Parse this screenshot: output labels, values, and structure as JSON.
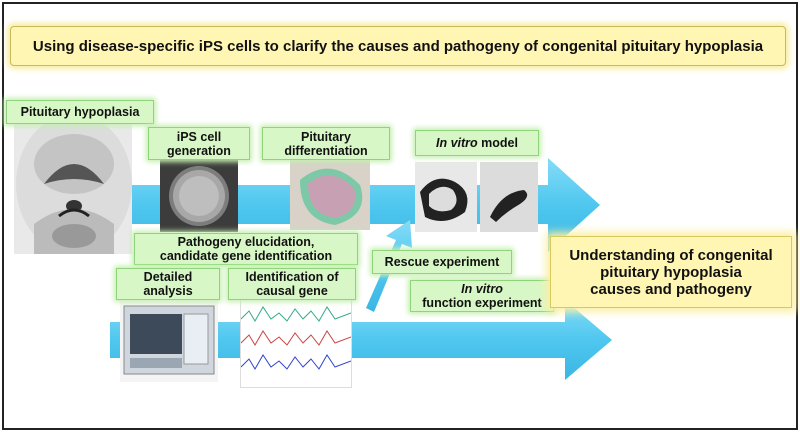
{
  "title": "Using disease-specific iPS cells to clarify the causes and pathogeny of congenital pituitary hypoplasia",
  "labels": {
    "pituitary_hypoplasia": "Pituitary hypoplasia",
    "ips_line1": "iPS cell",
    "ips_line2": "generation",
    "pit_diff_line1": "Pituitary",
    "pit_diff_line2": "differentiation",
    "in_vitro_italic": "In vitro",
    "in_vitro_rest": " model",
    "pathogeny_line1": "Pathogeny elucidation,",
    "pathogeny_line2": "candidate gene identification",
    "detailed_line1": "Detailed",
    "detailed_line2": "analysis",
    "causal_line1": "Identification of",
    "causal_line2": "causal gene",
    "rescue": "Rescue experiment",
    "function_italic": "In vitro",
    "function_rest": "function experiment"
  },
  "result": {
    "line1": "Understanding of congenital",
    "line2": "pituitary hypoplasia",
    "line3": "causes and pathogeny"
  },
  "colors": {
    "arrow": "#57cdf2",
    "label_bg": "#d8f7c6",
    "title_bg": "#fff6b4"
  }
}
